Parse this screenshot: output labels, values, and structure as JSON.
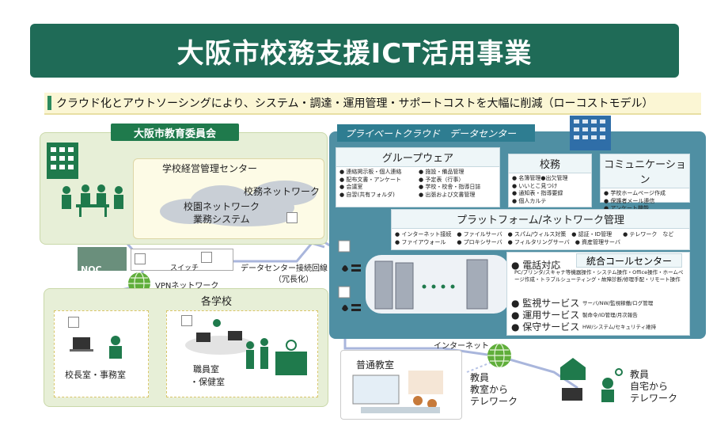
{
  "title": "大阪市校務支援ICT活用事業",
  "subtitle": "クラウド化とアウトソーシングにより、システム・調達・運用管理・サポートコストを大幅に削減（ローコストモデル）",
  "board": {
    "label": "大阪市教育委員会",
    "center_title": "学校経営管理センター",
    "cloud1": "校務ネットワーク",
    "cloud2": "校園ネットワーク",
    "cloud3": "業務システム"
  },
  "noc": "NOC",
  "switch": "スイッチ",
  "dc_link": "データセンター接続回線",
  "dc_link_sub": "（冗長化）",
  "vpn": "VPNネットワーク",
  "schools": {
    "title": "各学校",
    "principal": "校長室・事務室",
    "staff_line1": "職員室",
    "staff_line2": "・保健室"
  },
  "private_cloud": "プライベートクラウド　データセンター",
  "groupware": {
    "title": "グループウェア",
    "col1": [
      "● 連絡掲示板・個人連絡",
      "● 配布文書・アンケート",
      "● 会議室",
      "● 自習(共有フォルダ)"
    ],
    "col2": [
      "● 施設・備品管理",
      "● 予定表（行事）",
      "● 学校・校舎・指導日誌",
      "● 出張および文書管理"
    ]
  },
  "koumu": {
    "title": "校務",
    "items": [
      "● 名簿管理●出欠管理",
      "● いいとこ見つけ",
      "● 通知表・指導要録",
      "● 個人カルテ"
    ]
  },
  "comm": {
    "title": "コミュニケーション",
    "items": [
      "● 学校ホームページ作成",
      "● 保護者メール連信",
      "● アンケート機能"
    ]
  },
  "platform": {
    "title": "プラットフォーム/ネットワーク管理",
    "row1": "● インターネット接続　● ファイルサーバ　● スパム/ウィルス対策　● 認証・ID管理　　● テレワーク　など",
    "row2": "● ファイアウォール　　● プロキシサーバ　● フィルタリングサーバ　● 資産管理サーバ"
  },
  "callcenter": {
    "title": "統合コールセンター",
    "phone": "● 電話対応",
    "phone_desc": "PC/プリンタ/スキャナ等機器操作・システム操作・Office操作・ホームページ作成・トラブルシューティング・故障診断/修理手配・リモート操作",
    "services": [
      {
        "name": "● 監視サービス",
        "desc": "サーバ/NW/監視稼働/ログ管理"
      },
      {
        "name": "● 運用サービス",
        "desc": "製命令/ID管理/月次報告"
      },
      {
        "name": "● 保守サービス",
        "desc": "HW/システム/セキュリティ維持"
      }
    ]
  },
  "internet": "インターネット",
  "classroom": {
    "title": "普通教室",
    "telework1": "教員\n教室から\nテレワーク"
  },
  "home_telework": "教員\n自宅から\nテレワーク",
  "colors": {
    "banner": "#1f6b57",
    "cloud": "#4f8fa3",
    "accent": "#1f7a4c",
    "board_bg": "#e7efd7"
  }
}
